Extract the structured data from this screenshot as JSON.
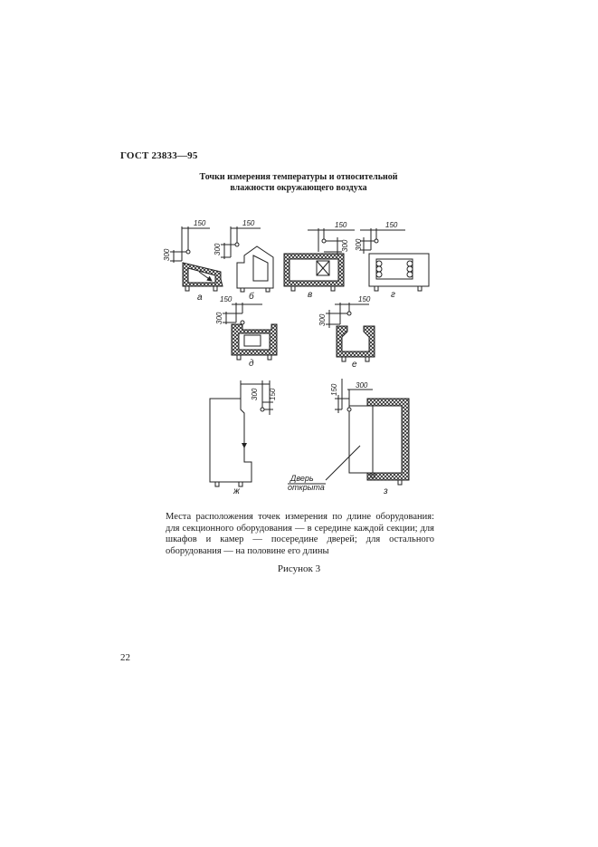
{
  "header": {
    "standard_code": "ГОСТ 23833—95"
  },
  "figure": {
    "title_line1": "Точки измерения температуры и относительной",
    "title_line2": "влажности окружающего воздуха",
    "dimensions": {
      "d150": "150",
      "d300": "300"
    },
    "panel_labels": {
      "a": "а",
      "b": "б",
      "v": "в",
      "g": "г",
      "d": "д",
      "e": "е",
      "zh": "ж",
      "z": "з"
    },
    "door_label_line1": "Дверь",
    "door_label_line2": "открыта"
  },
  "caption": {
    "text": "Места расположения точек измерения по длине оборудования: для секционного оборудования — в середине каждой секции; для шкафов и камер — посередине дверей; для остального оборудования — на половине его длины"
  },
  "figure_label": "Рисунок 3",
  "page_number": "22"
}
